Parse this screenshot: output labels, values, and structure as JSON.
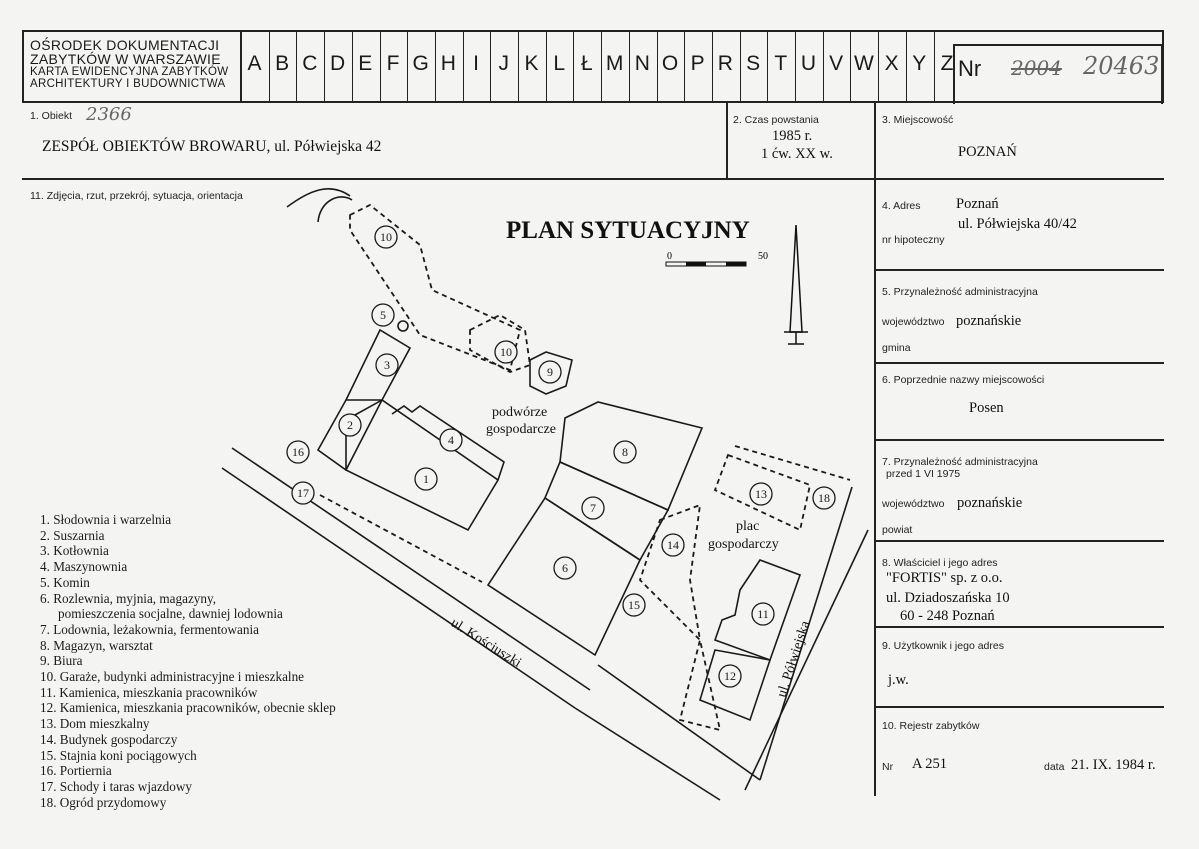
{
  "header": {
    "org_line1": "OŚRODEK DOKUMENTACJI",
    "org_line2": "ZABYTKÓW W WARSZAWIE",
    "org_line3": "KARTA EWIDENCYJNA ZABYTKÓW",
    "org_line4": "ARCHITEKTURY I BUDOWNICTWA",
    "letters": [
      "A",
      "B",
      "C",
      "D",
      "E",
      "F",
      "G",
      "H",
      "I",
      "J",
      "K",
      "L",
      "Ł",
      "M",
      "N",
      "O",
      "P",
      "R",
      "S",
      "T",
      "U",
      "V",
      "W",
      "X",
      "Y",
      "Z"
    ],
    "nr_label": "Nr",
    "nr_crossed": "2004",
    "nr_value": "20463"
  },
  "fields": {
    "obiekt_label": "1. Obiekt",
    "obiekt_hand": "2366",
    "obiekt_value": "ZESPÓŁ OBIEKTÓW BROWARU, ul. Półwiejska 42",
    "czas_label": "2. Czas powstania",
    "czas_value1": "1985 r.",
    "czas_value2": "1 ćw. XX w.",
    "miejscowosc_label": "3. Miejscowość",
    "miejscowosc_value": "POZNAŃ",
    "zdjecia_label": "11. Zdjęcia, rzut, przekrój, sytuacja, orientacja",
    "adres_label": "4. Adres",
    "adres_value1": "Poznań",
    "adres_value2": "ul. Półwiejska 40/42",
    "hipoteczny_label": "nr hipoteczny",
    "przynaleznosc_label": "5. Przynależność administracyjna",
    "wojewodztwo_label": "województwo",
    "wojewodztwo_value": "poznańskie",
    "gmina_label": "gmina",
    "poprzednie_label": "6. Poprzednie nazwy miejscowości",
    "poprzednie_value": "Posen",
    "przed1975_label1": "7. Przynależność administracyjna",
    "przed1975_label2": "przed 1 VI 1975",
    "wojewodztwo2_label": "województwo",
    "wojewodztwo2_value": "poznańskie",
    "powiat_label": "powiat",
    "wlasciciel_label": "8. Właściciel i jego adres",
    "wlasciciel_value1": "\"FORTIS\" sp. z o.o.",
    "wlasciciel_value2": "ul. Dziadoszańska 10",
    "wlasciciel_value3": "60 - 248 Poznań",
    "uzytkownik_label": "9. Użytkownik i jego adres",
    "uzytkownik_value": "j.w.",
    "rejestr_label": "10. Rejestr zabytków",
    "rejestr_nr_label": "Nr",
    "rejestr_nr_value": "A 251",
    "data_label": "data",
    "data_value": "21. IX. 1984 r."
  },
  "plan": {
    "title": "PLAN SYTUACYJNY",
    "scale_start": "0",
    "scale_end": "50",
    "label_podworze1": "podwórze",
    "label_podworze2": "gospodarcze",
    "label_plac1": "plac",
    "label_plac2": "gospodarczy",
    "street1": "ul. Kościuszki",
    "street2": "ul. Półwiejska",
    "numbers": [
      "1",
      "2",
      "3",
      "4",
      "5",
      "6",
      "7",
      "8",
      "9",
      "10",
      "10",
      "11",
      "12",
      "13",
      "14",
      "15",
      "16",
      "17",
      "18"
    ]
  },
  "legend": [
    "1. Słodownia i warzelnia",
    "2. Suszarnia",
    "3. Kotłownia",
    "4. Maszynownia",
    "5. Komin",
    "6. Rozlewnia, myjnia, magazyny,",
    "pomieszczenia socjalne, dawniej lodownia",
    "7. Lodownia, leżakownia, fermentowania",
    "8. Magazyn, warsztat",
    "9. Biura",
    "10. Garaże, budynki administracyjne i mieszkalne",
    "11. Kamienica, mieszkania pracowników",
    "12. Kamienica, mieszkania pracowników, obecnie sklep",
    "13. Dom mieszkalny",
    "14. Budynek gospodarczy",
    "15. Stajnia koni pociągowych",
    "16. Portiernia",
    "17. Schody i taras wjazdowy",
    "18. Ogród przydomowy"
  ]
}
